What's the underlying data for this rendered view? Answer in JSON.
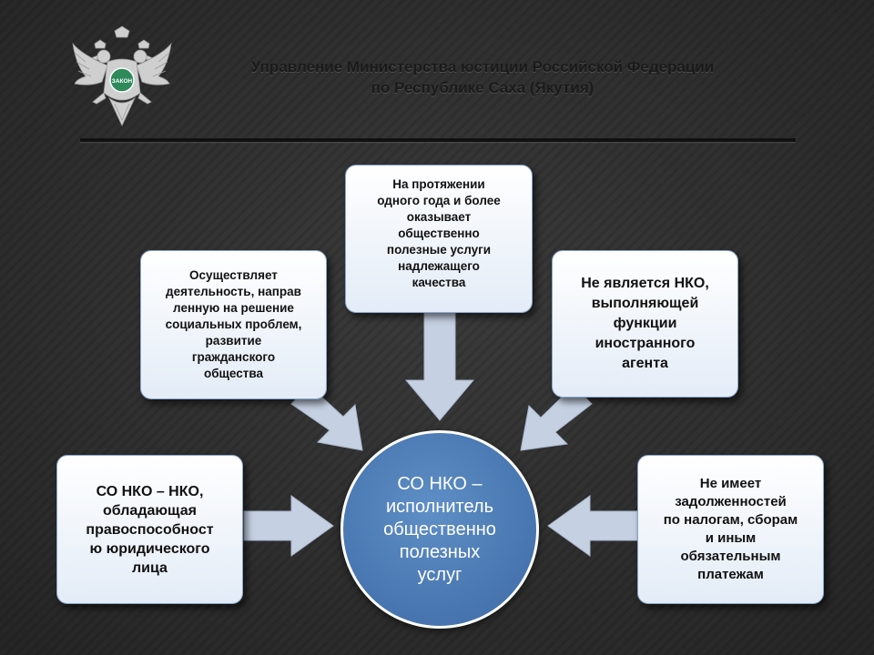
{
  "header": {
    "title_line1": "Управление Министерства юстиции Российской Федерации",
    "title_line2": "по Республике Саха (Якутия)",
    "emblem_label": "ЗАКОН"
  },
  "center": {
    "lines": [
      "СО НКО –",
      "исполнитель",
      "общественно",
      "полезных",
      "услуг"
    ]
  },
  "boxes": {
    "top_left": {
      "lines": [
        "Осуществляет",
        "деятельность, направ",
        "ленную на решение",
        "социальных проблем,",
        "развитие",
        "гражданского",
        "общества"
      ]
    },
    "top_center": {
      "lines": [
        "На протяжении",
        "одного года и более",
        "оказывает",
        "общественно",
        "полезные услуги",
        "надлежащего",
        "качества"
      ]
    },
    "top_right": {
      "lines": [
        "Не является НКО,",
        "выполняющей",
        "функции",
        "иностранного",
        "агента"
      ]
    },
    "left": {
      "lines": [
        "СО НКО – НКО,",
        "обладающая",
        "правоспособност",
        "ю юридического",
        "лица"
      ]
    },
    "right": {
      "lines": [
        "Не имеет",
        "задолженностей",
        "по налогам, сборам",
        "и иным",
        "обязательным",
        "платежам"
      ]
    }
  },
  "colors": {
    "background": "#3a3a3a",
    "box_fill": "#eef3fa",
    "box_border": "#8aa6cc",
    "arrow": "#c5d0e2",
    "circle_fill": "#4a78b2",
    "emblem": "#d0d0d0",
    "emblem_badge": "#2e8a5a"
  }
}
